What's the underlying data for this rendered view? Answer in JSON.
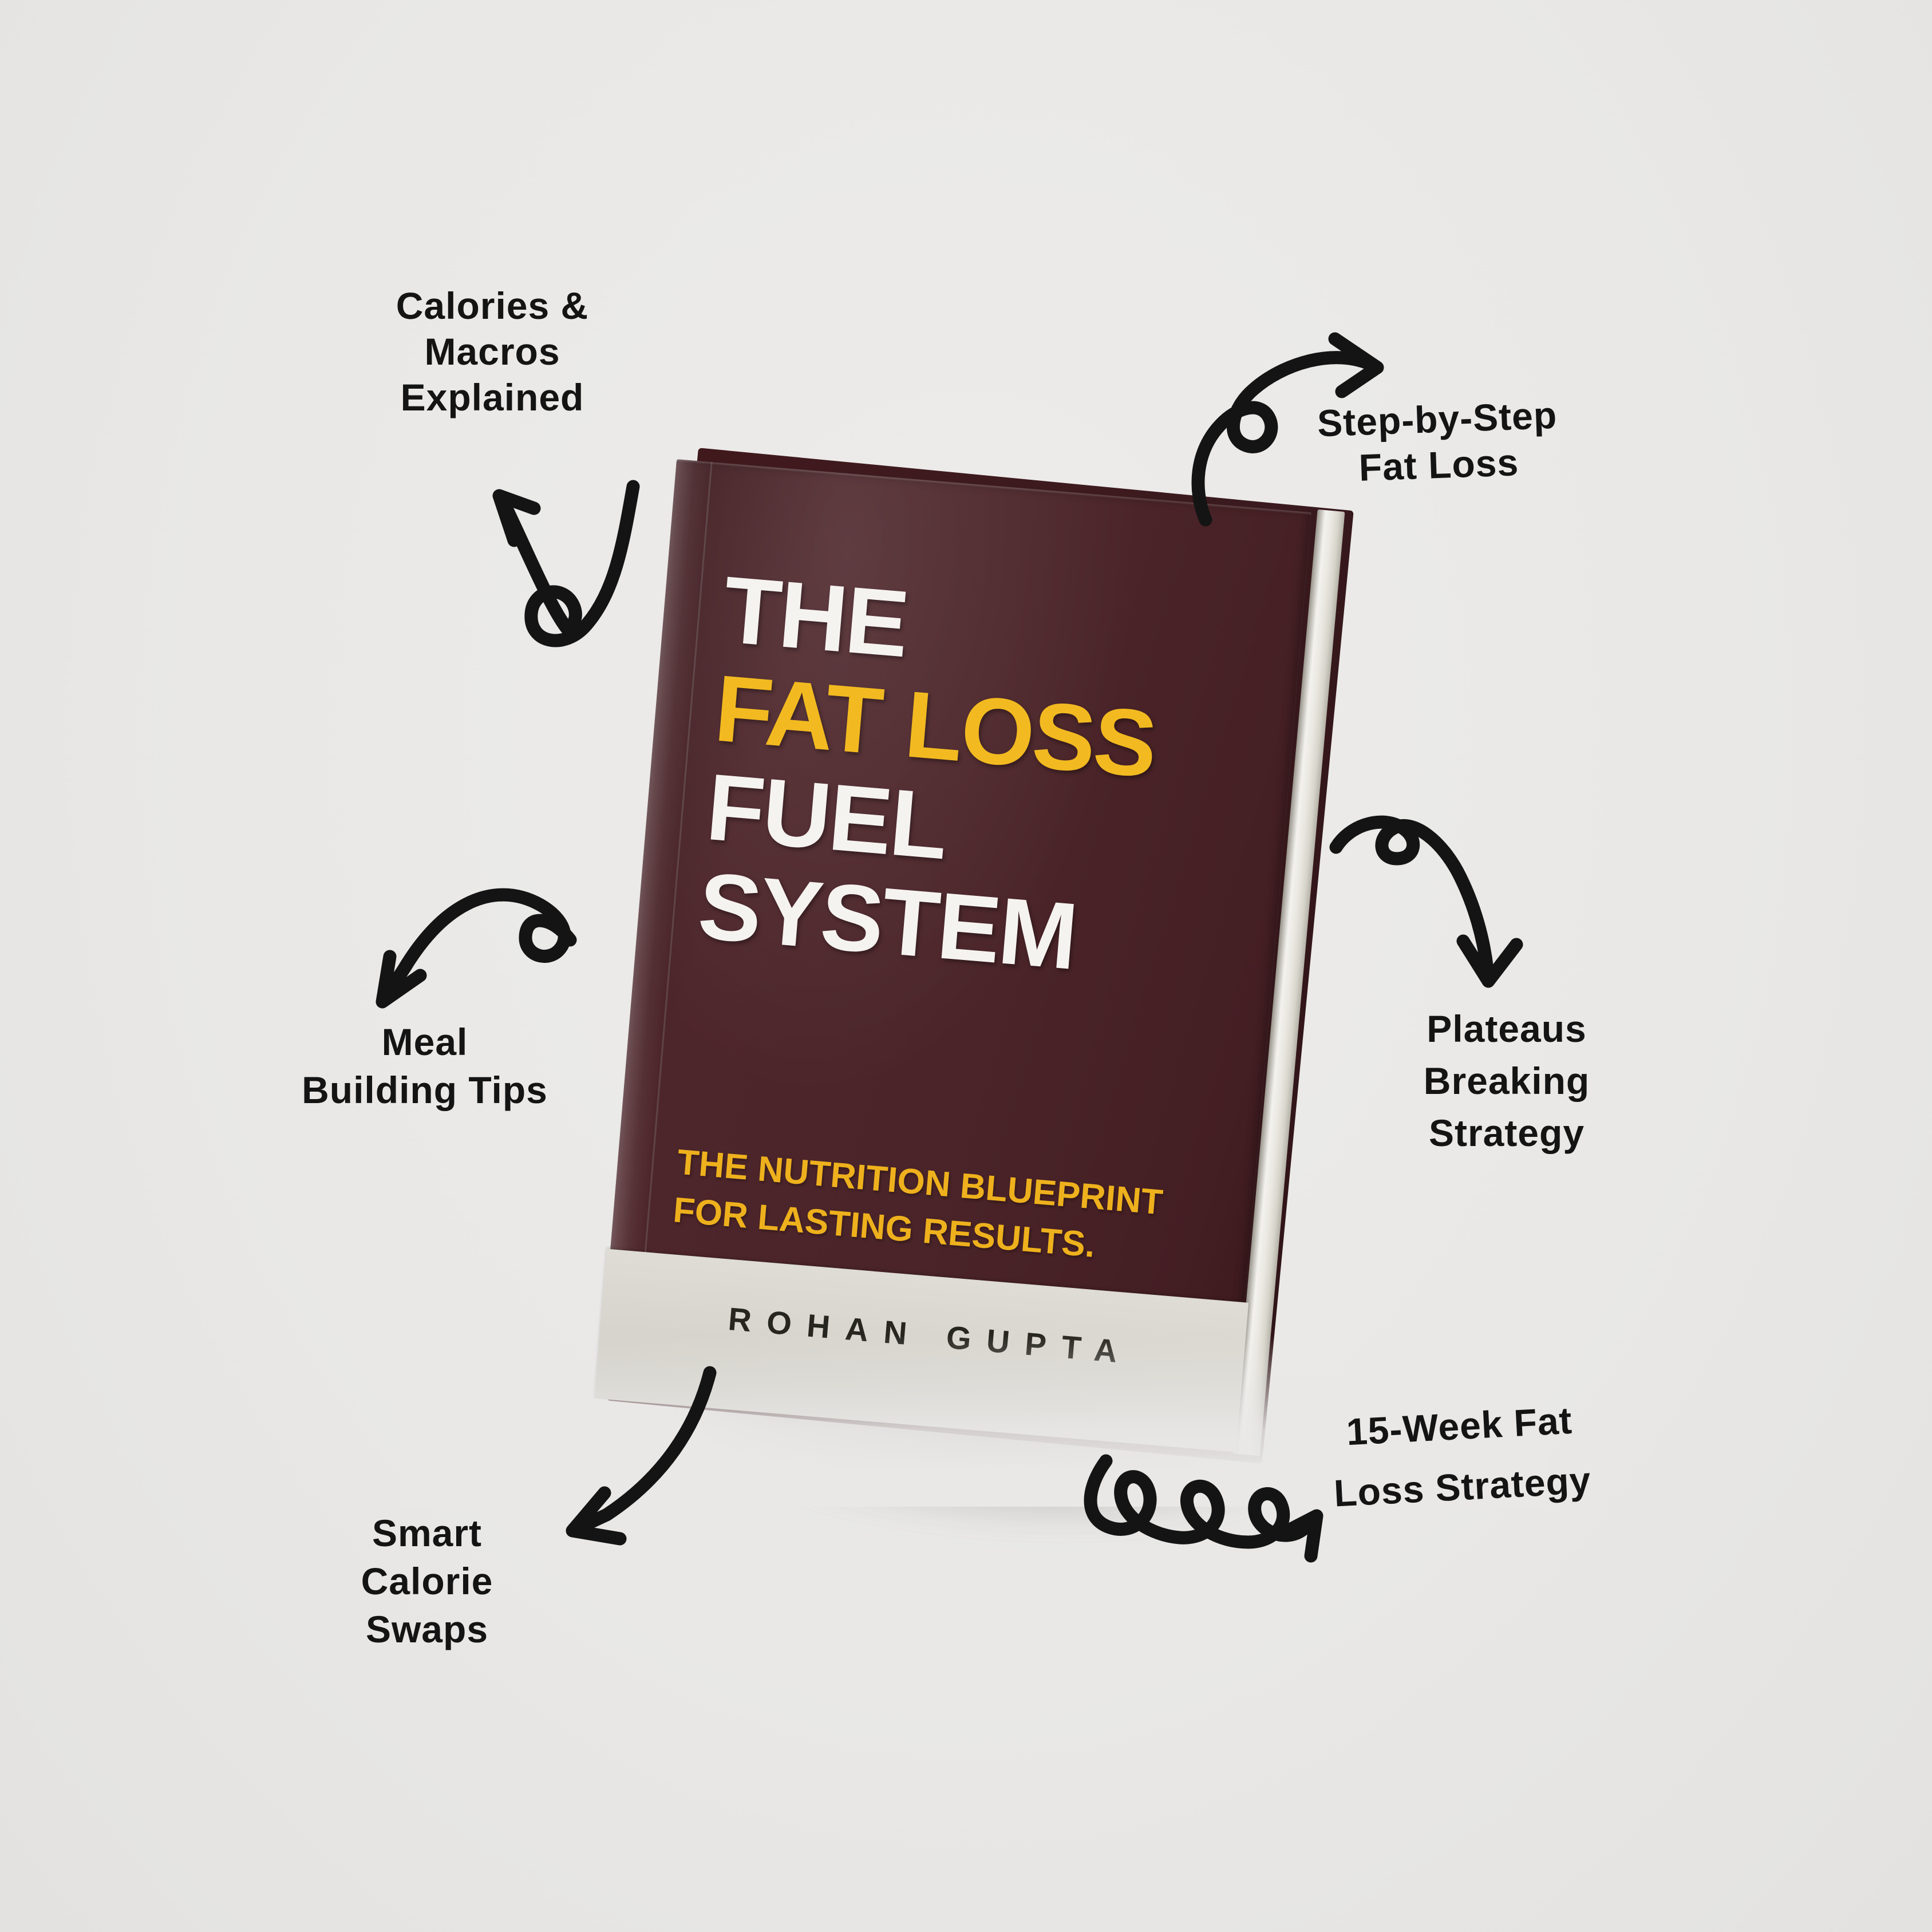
{
  "canvas": {
    "background_color": "#e9e8e7",
    "ink_color": "#141414"
  },
  "book": {
    "cover_color": "#4a2428",
    "band_color": "#d5d3cb",
    "page_edge_color": "#f3f2ee",
    "title": {
      "line1": "THE",
      "line2": "FAT LOSS",
      "line3": "FUEL",
      "line4": "SYSTEM",
      "primary_color": "#f5f3f0",
      "accent_color": "#f2ba20"
    },
    "subtitle": {
      "line1": "THE NUTRITION BLUEPRINT",
      "line2": "FOR LASTING RESULTS.",
      "color": "#eeb11d"
    },
    "author": {
      "name": "ROHAN GUPTA",
      "color": "#26251f"
    }
  },
  "callouts": [
    {
      "id": "calories-macros",
      "lines": [
        "Calories &",
        "Macros",
        "Explained"
      ],
      "arrow": "loop-curve-arrow-up-left"
    },
    {
      "id": "step-by-step",
      "lines": [
        "Step-by-Step",
        "Fat Loss"
      ],
      "arrow": "loop-curve-arrow-right"
    },
    {
      "id": "meal-building",
      "lines": [
        "Meal",
        "Building Tips"
      ],
      "arrow": "arc-loop-arrow-down-left"
    },
    {
      "id": "plateaus-breaking",
      "lines": [
        "Plateaus",
        "Breaking",
        "Strategy"
      ],
      "arrow": "loop-curve-arrow-down"
    },
    {
      "id": "smart-calorie-swaps",
      "lines": [
        "Smart",
        "Calorie",
        "Swaps"
      ],
      "arrow": "curve-arrow-down-left"
    },
    {
      "id": "fifteen-week",
      "lines": [
        "15-Week Fat",
        "Loss Strategy"
      ],
      "arrow": "triple-loop-arrow-up-right"
    }
  ]
}
